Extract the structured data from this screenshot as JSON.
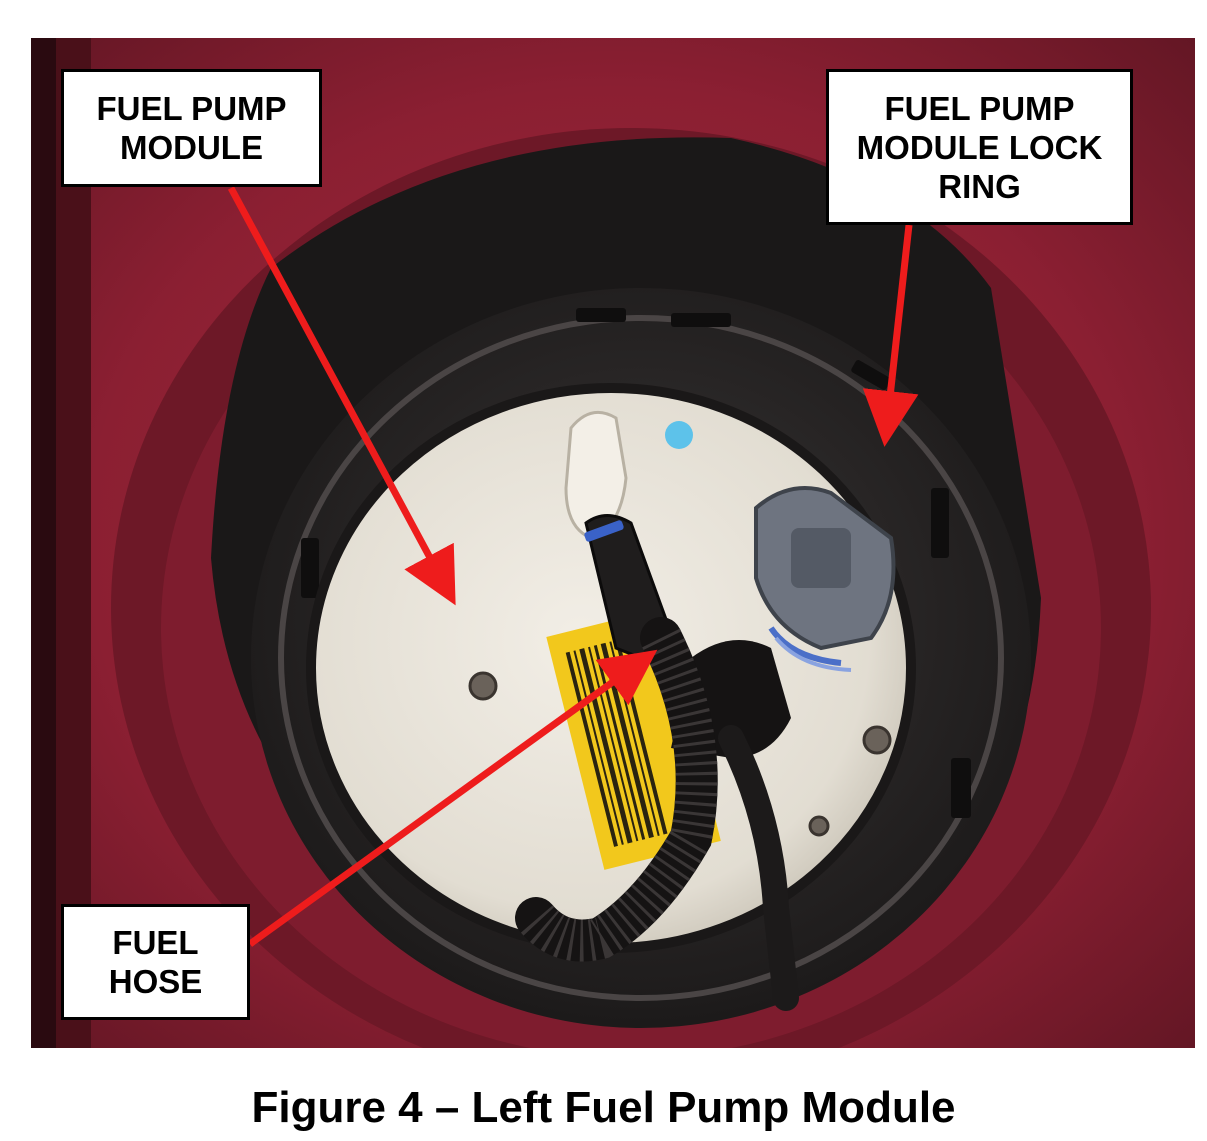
{
  "callouts": {
    "fuel_pump_module": "FUEL PUMP\nMODULE",
    "lock_ring": "FUEL PUMP\nMODULE LOCK\nRING",
    "fuel_hose": "FUEL\nHOSE"
  },
  "caption": "Figure 4 – Left Fuel Pump Module",
  "colors": {
    "arrow": "#ee1c1c",
    "body_panel": "#8d2033",
    "lock_ring": "#2e2b2b",
    "module_cap": "#e7e2d9",
    "barcode_label": "#f2c81c"
  }
}
